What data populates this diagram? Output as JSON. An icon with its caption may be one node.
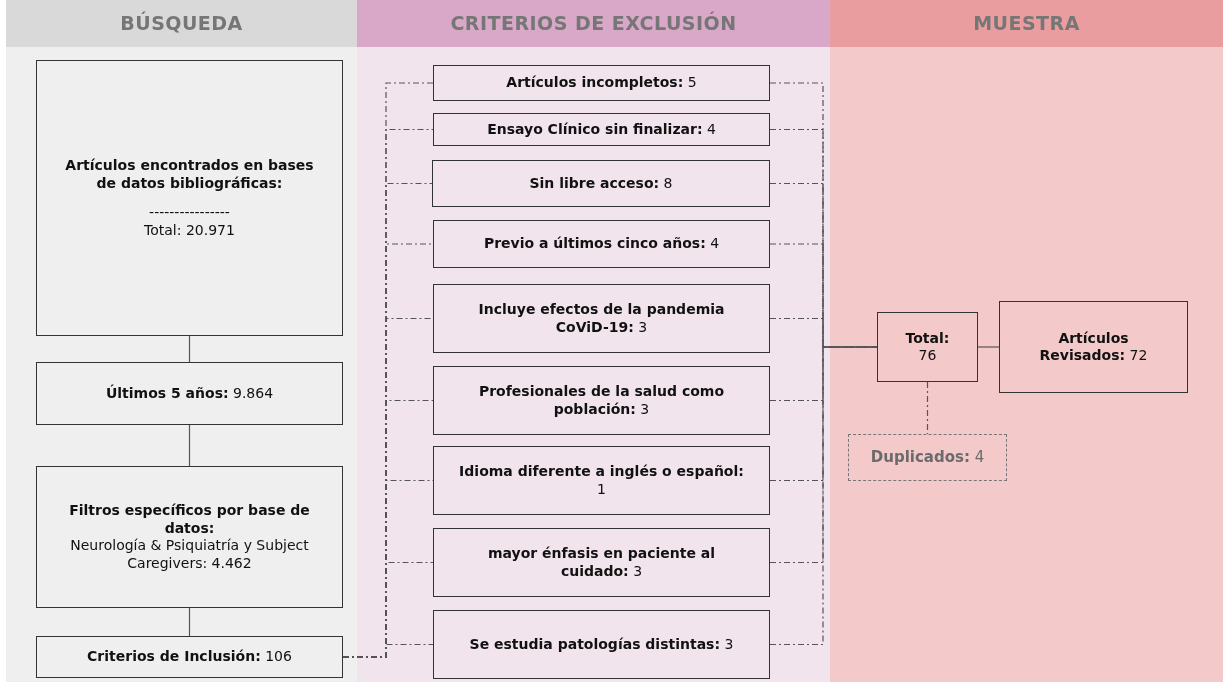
{
  "diagram": {
    "nodes": [
      {
        "text": [
          "BÚSQUEDA"
        ]
      },
      {
        "text": [
          "CRITERIOS DE EXCLUSIÓN"
        ]
      },
      {
        "text": [
          "MUESTRA"
        ]
      },
      {
        "text": [
          "Artículos encontrados en bases de datos bibliográficas:",
          "----------------",
          "Total: 20.971"
        ],
        "in": 0
      },
      {
        "text": [
          "**Últimos 5 años:** 9.864"
        ],
        "in": 0
      },
      {
        "text": [
          "Filtros específicos por base de datos:",
          "Neurología & Psiquiatría y Subject Caregivers: 4.462"
        ],
        "in": 0
      },
      {
        "text": [
          "**Criterios de Inclusión:** 106"
        ],
        "in": 0
      },
      {
        "text": [
          "**Artículos incompletos:** 5"
        ],
        "in": 1
      },
      {
        "text": [
          "**Ensayo Clínico sin finalizar:** 4"
        ],
        "in": 1
      },
      {
        "text": [
          "**Sin libre acceso:** 8"
        ],
        "in": 1
      },
      {
        "text": [
          "**Previo a últimos cinco años:** 4"
        ],
        "in": 1
      },
      {
        "text": [
          "**Incluye efectos de la pandemia CoViD-19:** 3"
        ],
        "in": 1
      },
      {
        "text": [
          "**Profesionales de la salud como población:** 3"
        ],
        "in": 1
      },
      {
        "text": [
          "**Idioma diferente a inglés o español:** 1"
        ],
        "in": 1
      },
      {
        "text": [
          "**mayor énfasis en paciente al cuidado:** 3"
        ],
        "in": 1
      },
      {
        "text": [
          "**Se estudia patologías distintas:** 3"
        ],
        "in": 1
      },
      {
        "text": [
          "**Total:** 76"
        ],
        "in": 2
      },
      {
        "text": [
          "**Artículos Revisados:** 72"
        ],
        "in": 2
      },
      {
        "text": [
          "**Duplicados:** 4"
        ],
        "in": 2
      }
    ],
    "edges": [
      {
        "from": 3,
        "to": 4,
        "arrow": "none"
      },
      {
        "from": 4,
        "to": 5,
        "arrow": "none"
      },
      {
        "from": 5,
        "to": 6,
        "arrow": "none"
      },
      {
        "from": 6,
        "to": 7,
        "arrow": "none",
        "style": "dashed"
      },
      {
        "from": 6,
        "to": 8,
        "arrow": "none",
        "style": "dashed"
      },
      {
        "from": 6,
        "to": 9,
        "arrow": "none",
        "style": "dashed"
      },
      {
        "from": 6,
        "to": 10,
        "arrow": "none",
        "style": "dashed"
      },
      {
        "from": 6,
        "to": 11,
        "arrow": "none",
        "style": "dashed"
      },
      {
        "from": 6,
        "to": 12,
        "arrow": "none",
        "style": "dashed"
      },
      {
        "from": 6,
        "to": 13,
        "arrow": "none",
        "style": "dashed"
      },
      {
        "from": 6,
        "to": 14,
        "arrow": "none",
        "style": "dashed"
      },
      {
        "from": 6,
        "to": 15,
        "arrow": "none",
        "style": "dashed"
      },
      {
        "from": 7,
        "to": 16,
        "arrow": "none",
        "style": "dashed"
      },
      {
        "from": 8,
        "to": 16,
        "arrow": "none",
        "style": "dashed"
      },
      {
        "from": 9,
        "to": 16,
        "arrow": "none",
        "style": "dashed"
      },
      {
        "from": 10,
        "to": 16,
        "arrow": "none",
        "style": "dashed"
      },
      {
        "from": 11,
        "to": 16,
        "arrow": "none",
        "style": "dashed"
      },
      {
        "from": 12,
        "to": 16,
        "arrow": "none",
        "style": "dashed"
      },
      {
        "from": 13,
        "to": 16,
        "arrow": "none",
        "style": "dashed"
      },
      {
        "from": 14,
        "to": 16,
        "arrow": "none",
        "style": "dashed"
      },
      {
        "from": 15,
        "to": 16,
        "arrow": "none",
        "style": "dashed"
      },
      {
        "from": 16,
        "to": 17,
        "arrow": "none"
      },
      {
        "from": 16,
        "to": 18,
        "arrow": "none",
        "style": "dashed"
      }
    ]
  }
}
